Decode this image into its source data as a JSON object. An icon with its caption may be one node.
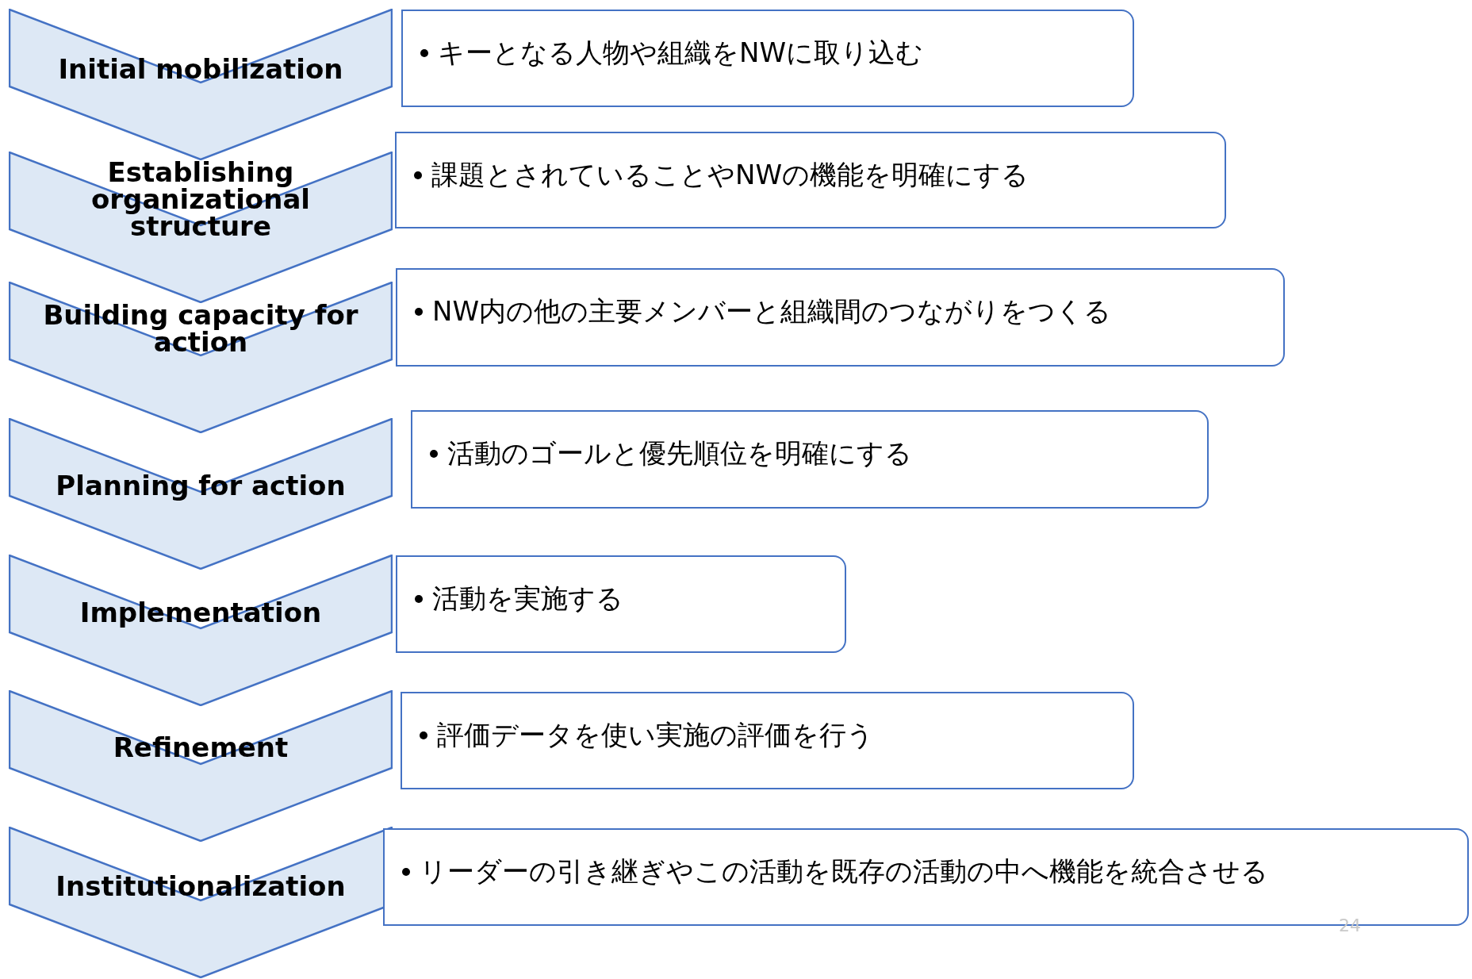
{
  "diagram": {
    "nodes": [
      {
        "text": [
          "Initial mobilization"
        ]
      },
      {
        "text": [
          "キーとなる人物や組織をNWに取り込む"
        ]
      },
      {
        "text": [
          "Establishing organizational structure"
        ]
      },
      {
        "text": [
          "課題とされていることやNWの機能を明確にする"
        ]
      },
      {
        "text": [
          "Building capacity for action"
        ]
      },
      {
        "text": [
          "NW内の他の主要メンバーと組織間のつながりをつくる"
        ]
      },
      {
        "text": [
          "Planning for action"
        ]
      },
      {
        "text": [
          "活動のゴールと優先順位を明確にする"
        ]
      },
      {
        "text": [
          "Implementation"
        ]
      },
      {
        "text": [
          "活動を実施する"
        ]
      },
      {
        "text": [
          "Refinement"
        ]
      },
      {
        "text": [
          "評価データを使い実施の評価を行う"
        ]
      },
      {
        "text": [
          "Institutionalization"
        ]
      },
      {
        "text": [
          "リーダーの引き継ぎやこの活動を既存の活動の中へ機能を統合させる"
        ]
      }
    ],
    "edges": [],
    "labels": [
      "24"
    ]
  }
}
